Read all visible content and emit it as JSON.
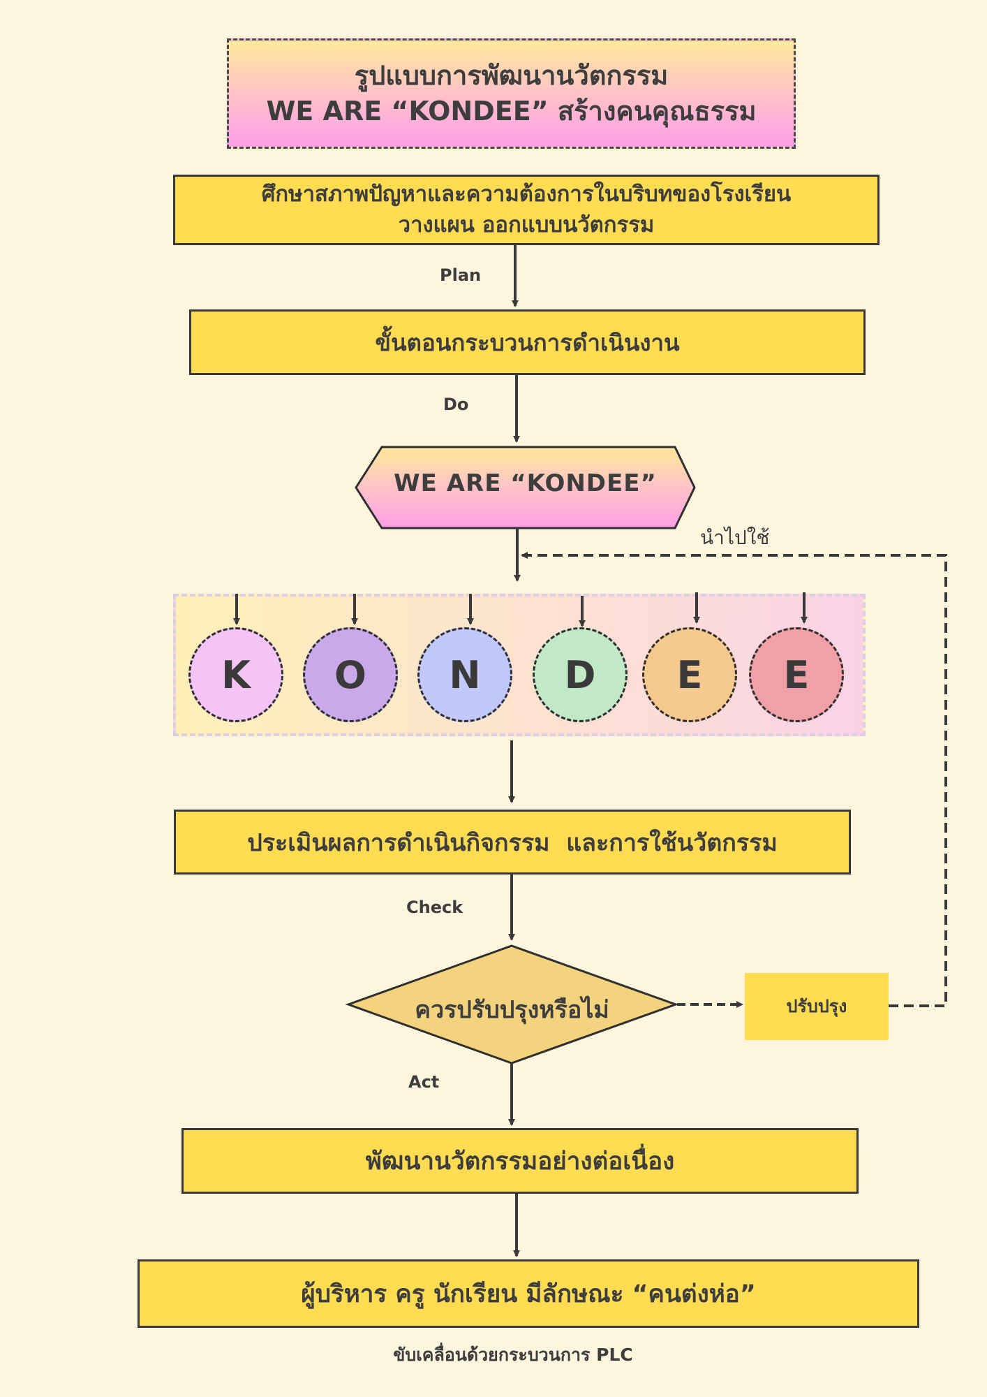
{
  "title": {
    "line1": "รูปแบบการพัฒนานวัตกรรม",
    "line2": "WE ARE “KONDEE” สร้างคนคุณธรรม"
  },
  "steps": {
    "plan_box_line1": "ศึกษาสภาพปัญหาและความต้องการในบริบทของโรงเรียน",
    "plan_box_line2": "วางแผน ออกแบบนวัตกรรม",
    "plan_label": "Plan",
    "do_box": "ขั้นตอนกระบวนการดำเนินงาน",
    "do_label": "Do",
    "hexagon": "WE ARE “KONDEE”",
    "apply_label": "นำไปใช้",
    "check_box": "ประเมินผลการดำเนินกิจกรรม  และการใช้นวัตกรรม",
    "check_label": "Check",
    "decision": "ควรปรับปรุงหรือไม่",
    "improve_box": "ปรับปรุง",
    "act_label": "Act",
    "continuous_box": "พัฒนานวัตกรรมอย่างต่อเนื่อง",
    "result_box": "ผู้บริหาร ครู นักเรียน มีลักษณะ “คนต่งห่อ”",
    "footer": "ขับเคลื่อนด้วยกระบวนการ PLC"
  },
  "letters": [
    {
      "char": "K",
      "color": "#f4c4f4"
    },
    {
      "char": "O",
      "color": "#c9a9e9"
    },
    {
      "char": "N",
      "color": "#c3c8fb"
    },
    {
      "char": "D",
      "color": "#c1e9c5"
    },
    {
      "char": "E",
      "color": "#f6c98f"
    },
    {
      "char": "E",
      "color": "#f0a0a6"
    }
  ],
  "colors": {
    "background": "#fdf5dd",
    "box_yellow": "#ffdc52",
    "decision_fill": "#f4d37e",
    "improve_fill": "#ffdc52",
    "line": "#3a3a3a"
  }
}
